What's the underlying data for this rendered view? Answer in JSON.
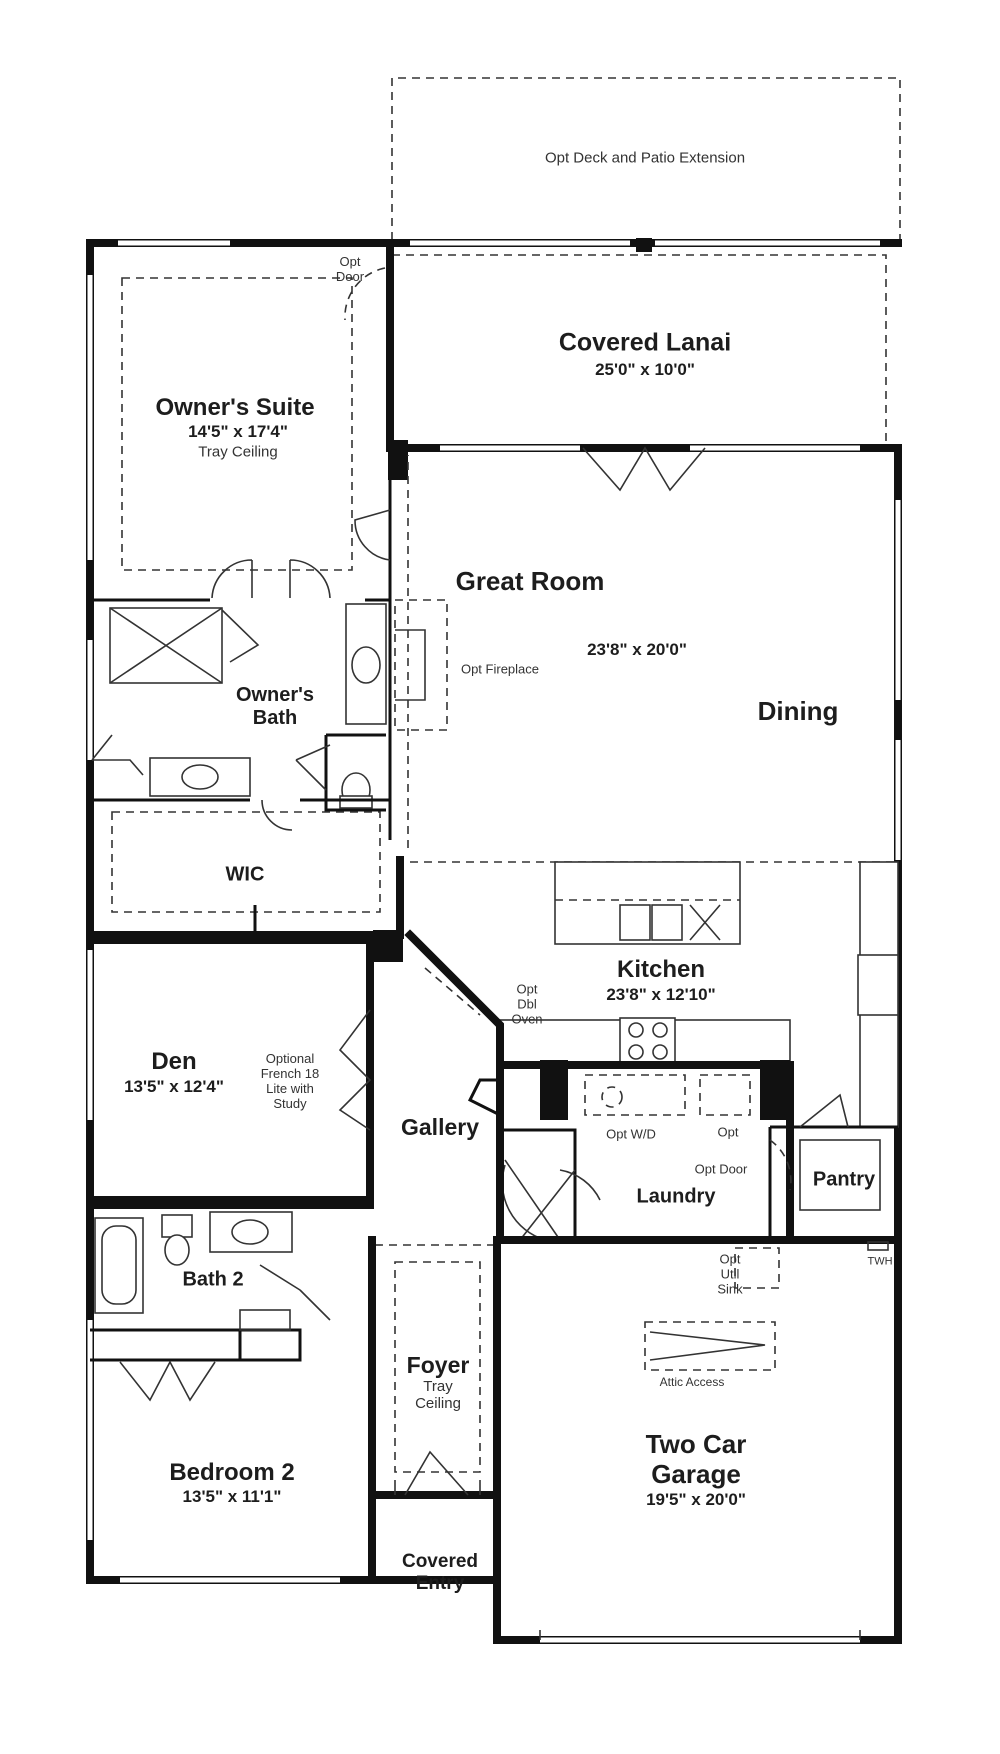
{
  "rooms": {
    "deck": {
      "name": "Opt Deck and Patio Extension"
    },
    "lanai": {
      "name": "Covered Lanai",
      "size": "25'0\" x 10'0\""
    },
    "owners_suite": {
      "name": "Owner's Suite",
      "size": "14'5\" x 17'4\"",
      "note": "Tray Ceiling"
    },
    "owners_bath": {
      "name": "Owner's Bath"
    },
    "wic": {
      "name": "WIC"
    },
    "great_room": {
      "name": "Great Room",
      "size": "23'8\" x 20'0\""
    },
    "dining": {
      "name": "Dining"
    },
    "kitchen": {
      "name": "Kitchen",
      "size": "23'8\" x 12'10\""
    },
    "den": {
      "name": "Den",
      "size": "13'5\" x 12'4\""
    },
    "gallery": {
      "name": "Gallery"
    },
    "laundry": {
      "name": "Laundry"
    },
    "pantry": {
      "name": "Pantry"
    },
    "bath2": {
      "name": "Bath 2"
    },
    "foyer": {
      "name": "Foyer",
      "note": "Tray Ceiling"
    },
    "bedroom2": {
      "name": "Bedroom 2",
      "size": "13'5\" x 11'1\""
    },
    "covered_entry": {
      "name": "Covered Entry"
    },
    "garage": {
      "name": "Two Car Garage",
      "size": "19'5\" x 20'0\""
    }
  },
  "notes": {
    "opt_door_suite": "Opt Door",
    "opt_fireplace": "Opt Fireplace",
    "opt_dbl_oven": "Opt Dbl Oven",
    "optional_french": "Optional French 18 Lite with Study",
    "opt_wd": "Opt W/D",
    "opt": "Opt",
    "opt_door_laundry": "Opt Door",
    "opt_util_sink": "Opt Util Sink",
    "twh": "TWH",
    "attic_access": "Attic Access"
  }
}
